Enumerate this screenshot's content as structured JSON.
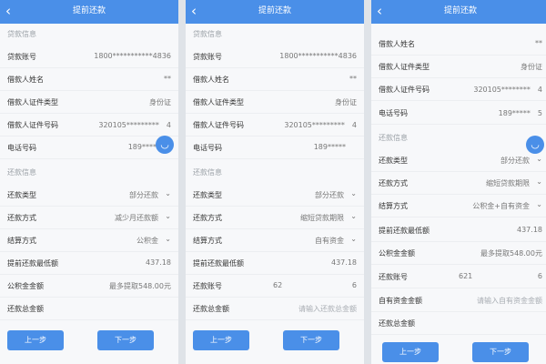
{
  "screens": [
    {
      "title": "提前还款",
      "sections": {
        "loan": "贷款信息",
        "repay": "还款信息"
      },
      "rows": [
        {
          "label": "贷款账号",
          "value": "1800***********4836"
        },
        {
          "label": "借款人姓名",
          "value": "**"
        },
        {
          "label": "借款人证件类型",
          "value": "身份证"
        },
        {
          "label": "借款人证件号码",
          "value": "320105*********　4"
        },
        {
          "label": "电话号码",
          "value": "189*****"
        },
        {
          "label": "还款类型",
          "value": "部分还款"
        },
        {
          "label": "还款方式",
          "value": "减少月还款额"
        },
        {
          "label": "结算方式",
          "value": "公积金"
        },
        {
          "label": "提前还款最低额",
          "value": "437.18"
        },
        {
          "label": "公积金金额",
          "value": "最多提取548.00元"
        },
        {
          "label": "还款总金额",
          "value": ""
        }
      ],
      "buttons": {
        "prev": "上一步",
        "next": "下一步"
      }
    },
    {
      "title": "提前还款",
      "sections": {
        "loan": "贷款信息",
        "repay": "还款信息"
      },
      "rows": [
        {
          "label": "贷款账号",
          "value": "1800***********4836"
        },
        {
          "label": "借款人姓名",
          "value": "**"
        },
        {
          "label": "借款人证件类型",
          "value": "身份证"
        },
        {
          "label": "借款人证件号码",
          "value": "320105*********　4"
        },
        {
          "label": "电话号码",
          "value": "189*****"
        },
        {
          "label": "还款类型",
          "value": "部分还款"
        },
        {
          "label": "还款方式",
          "value": "缩短贷款期限"
        },
        {
          "label": "结算方式",
          "value": "自有资金"
        },
        {
          "label": "提前还款最低额",
          "value": "437.18"
        },
        {
          "label": "还款账号",
          "value": "6",
          "mid": "62"
        },
        {
          "label": "还款总金额",
          "value": "请输入还款总金额"
        }
      ],
      "buttons": {
        "prev": "上一步",
        "next": "下一步"
      }
    },
    {
      "title": "提前还款",
      "sections": {
        "repay": "还款信息"
      },
      "rows": [
        {
          "label": "借款人姓名",
          "value": "**"
        },
        {
          "label": "借款人证件类型",
          "value": "身份证"
        },
        {
          "label": "借款人证件号码",
          "value": "320105********　4"
        },
        {
          "label": "电话号码",
          "value": "189*****　5"
        },
        {
          "label": "还款类型",
          "value": "部分还款"
        },
        {
          "label": "还款方式",
          "value": "缩短贷款期限"
        },
        {
          "label": "结算方式",
          "value": "公积金+自有资金"
        },
        {
          "label": "提前还款最低额",
          "value": "437.18"
        },
        {
          "label": "公积金金额",
          "value": "最多提取548.00元"
        },
        {
          "label": "还款账号",
          "value": "6",
          "mid": "621"
        },
        {
          "label": "自有资金金额",
          "value": "请输入自有资金金额"
        },
        {
          "label": "还款总金额",
          "value": ""
        }
      ],
      "buttons": {
        "prev": "上一步",
        "next": "下一步"
      }
    }
  ]
}
